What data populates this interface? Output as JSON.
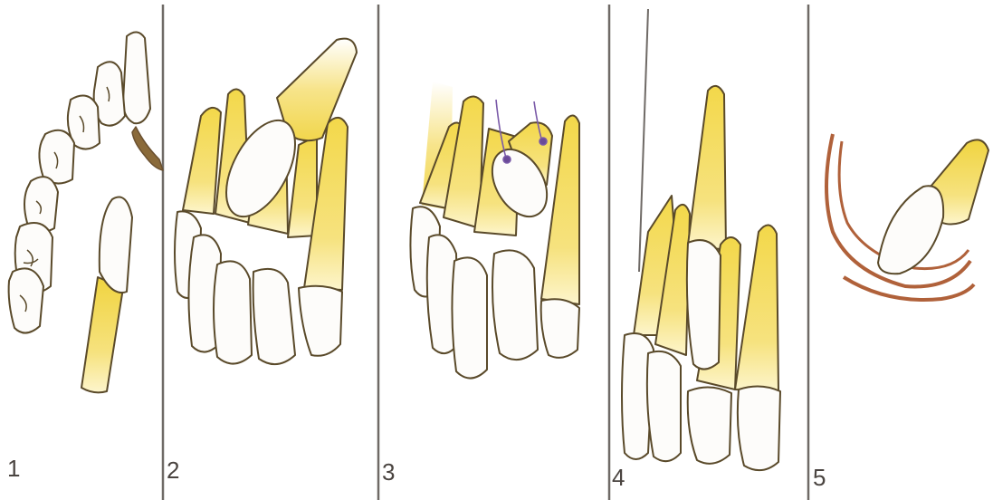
{
  "panels": [
    {
      "number": "1"
    },
    {
      "number": "2"
    },
    {
      "number": "3"
    },
    {
      "number": "4"
    },
    {
      "number": "5"
    }
  ],
  "colors": {
    "background": "#ffffff",
    "crown": "#fdfcfa",
    "outline": "#5a4a2a",
    "root_yellow": "#f2d94a",
    "root_pale": "#fbf1b8",
    "divider": "#6f6a66",
    "wire": "#b0613a",
    "ligature": "#7a5aa8"
  }
}
